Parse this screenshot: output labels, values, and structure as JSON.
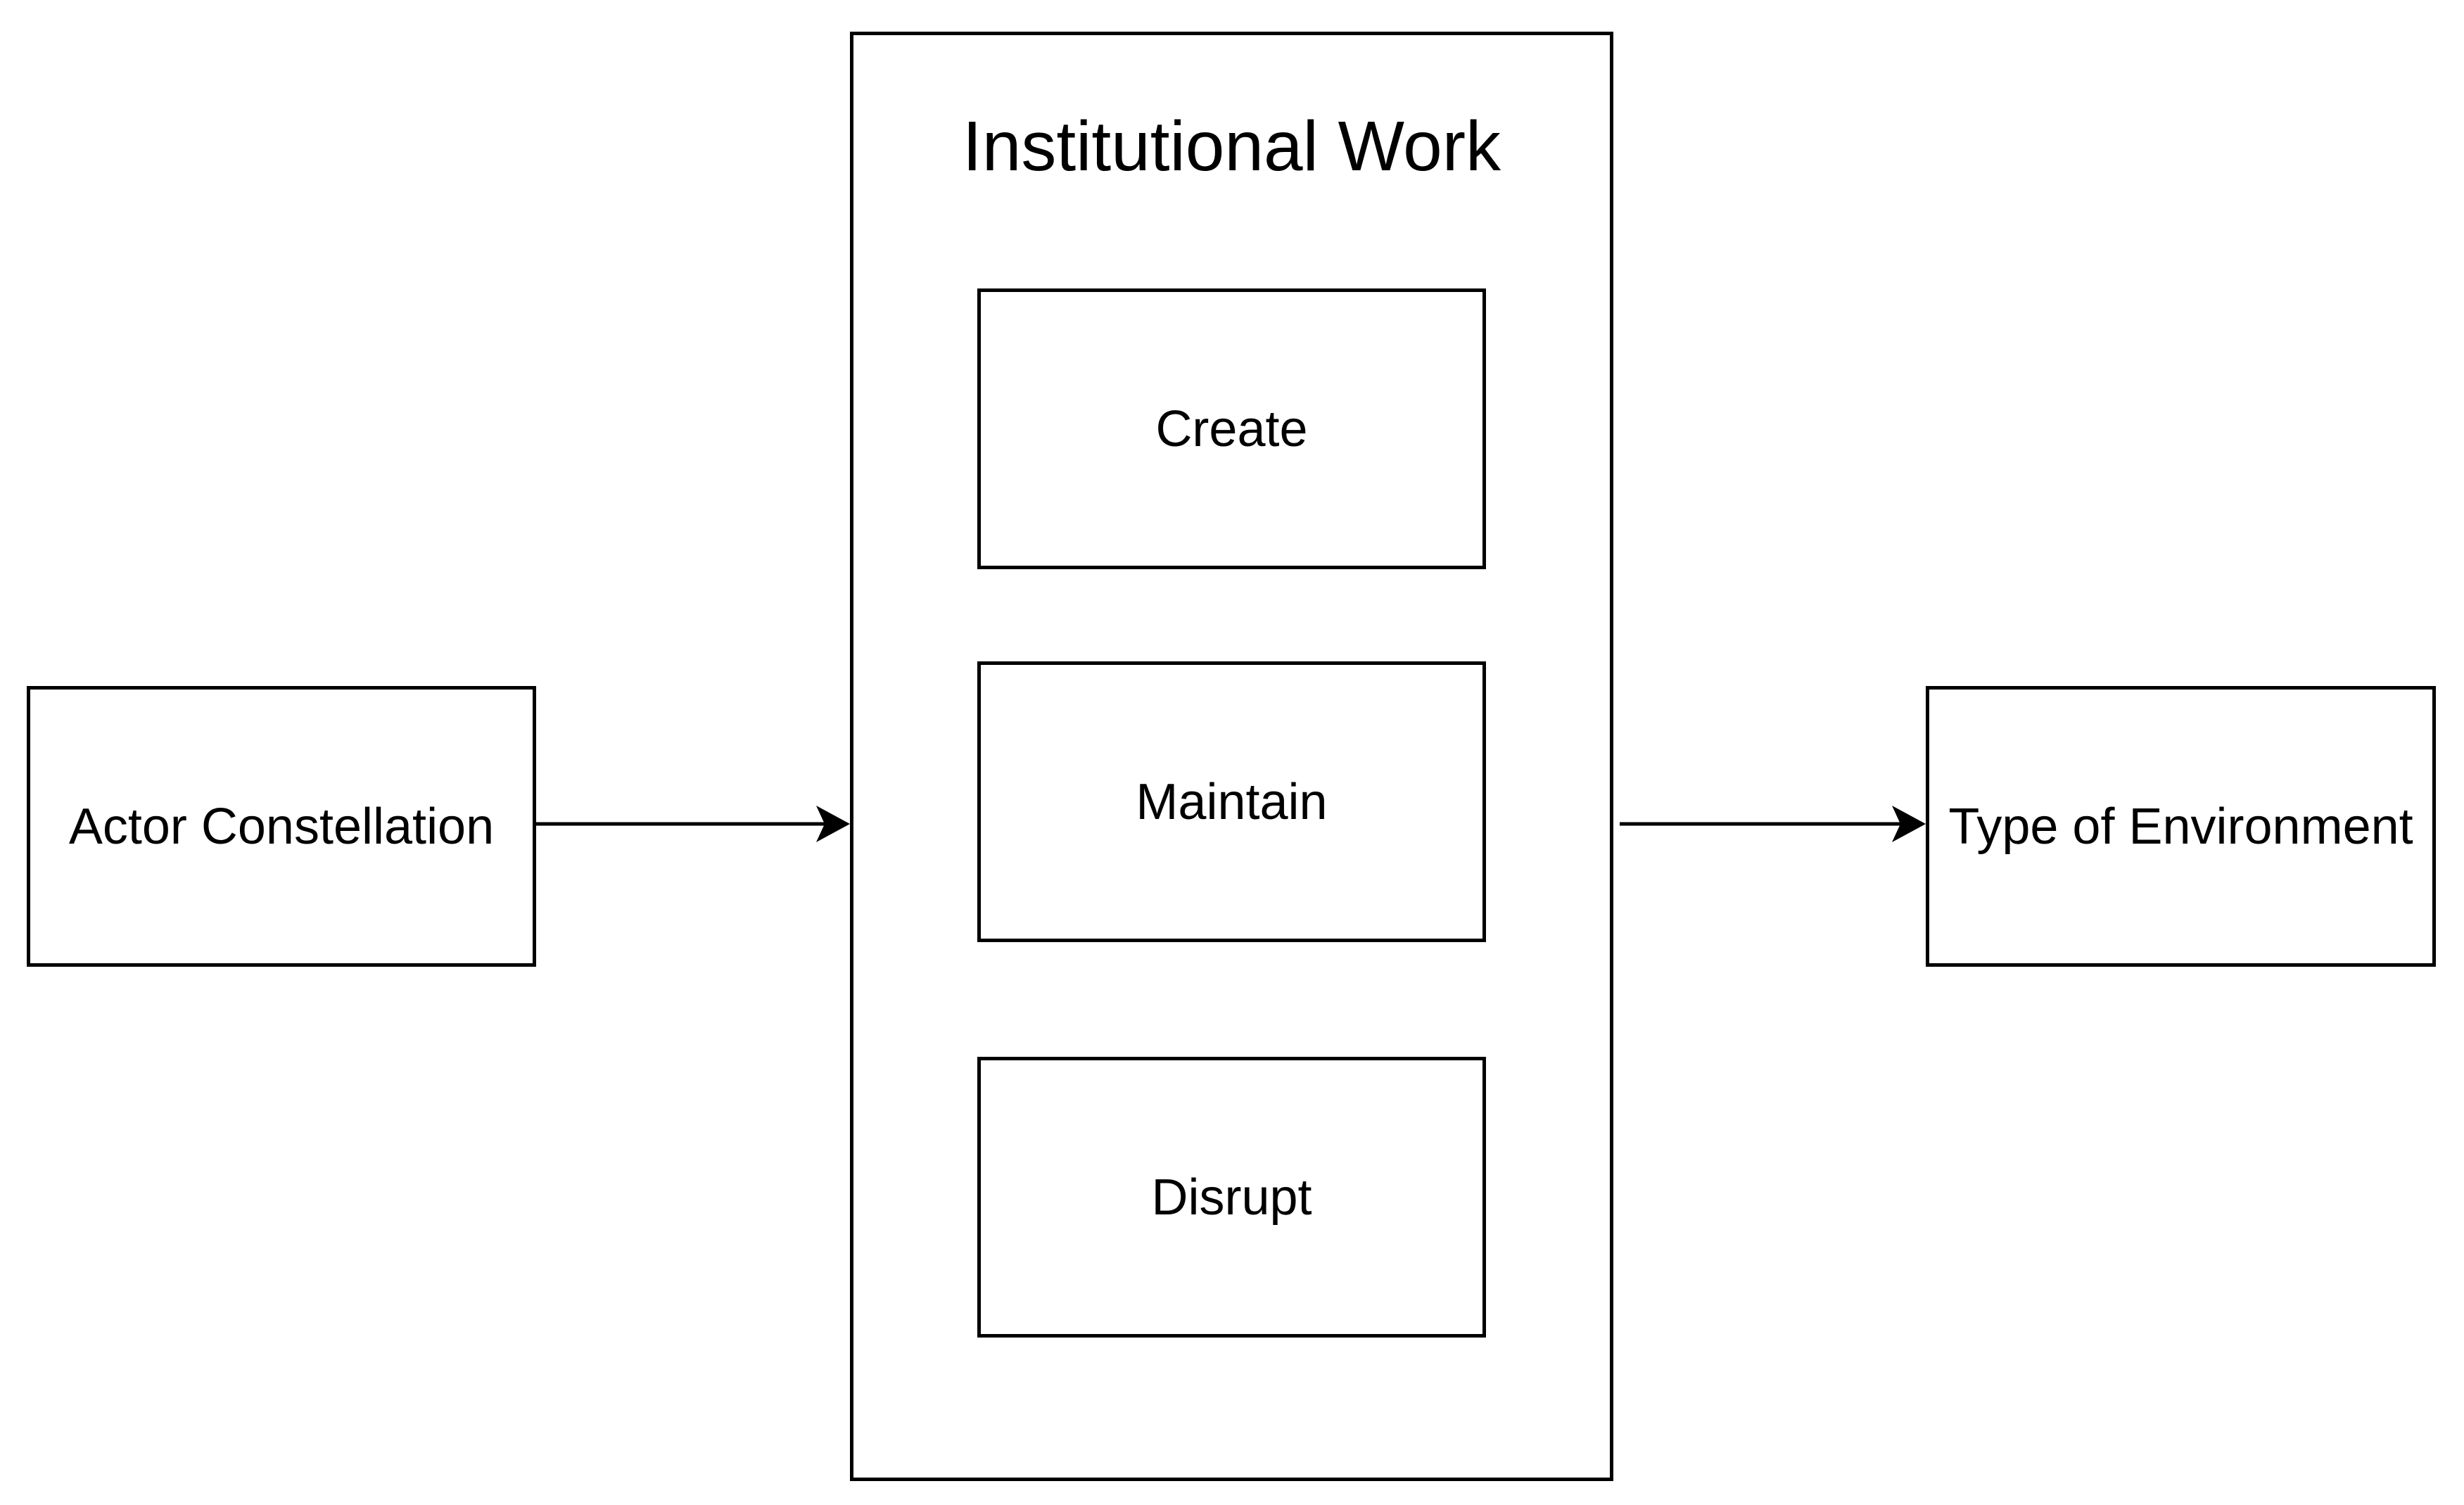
{
  "diagram": {
    "input": {
      "label": "Actor Constellation"
    },
    "container": {
      "title": "Institutional Work",
      "items": [
        {
          "label": "Create"
        },
        {
          "label": "Maintain"
        },
        {
          "label": "Disrupt"
        }
      ]
    },
    "output": {
      "label": "Type of Environment"
    },
    "edges": [
      {
        "from": "Actor Constellation",
        "to": "Institutional Work"
      },
      {
        "from": "Institutional Work",
        "to": "Type of Environment"
      }
    ]
  }
}
